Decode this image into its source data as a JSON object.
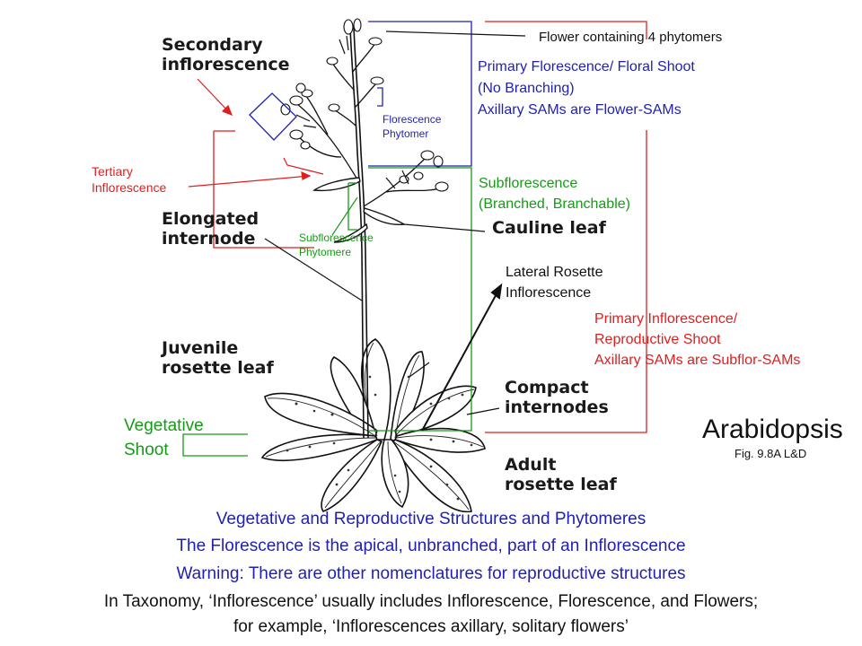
{
  "diagram_labels": {
    "secondary_inflorescence": [
      "Secondary",
      "inflorescence"
    ],
    "tertiary_inflorescence": [
      "Tertiary",
      "Inflorescence"
    ],
    "elongated_internode": [
      "Elongated",
      "internode"
    ],
    "juvenile_rosette_leaf": [
      "Juvenile",
      "rosette leaf"
    ],
    "cauline_leaf": "Cauline leaf",
    "compact_internodes": [
      "Compact",
      "internodes"
    ],
    "adult_rosette_leaf": [
      "Adult",
      "rosette leaf"
    ],
    "florescence_phytomer": [
      "Florescence",
      "Phytomer"
    ],
    "subflorescence_phytomere": [
      "Subflorescence",
      "Phytomere"
    ],
    "flower_phytomers": "Flower containing 4 phytomers",
    "primary_florescence": [
      "Primary Florescence/ Floral Shoot",
      "(No Branching)",
      "Axillary SAMs are Flower-SAMs"
    ],
    "subflorescence": [
      "Subflorescence",
      "(Branched, Branchable)"
    ],
    "lateral_rosette": [
      "Lateral Rosette",
      "Inflorescence"
    ],
    "primary_inflorescence": [
      "Primary Inflorescence/",
      "Reproductive Shoot",
      "Axillary SAMs are Subflor-SAMs"
    ],
    "vegetative_shoot": [
      "Vegetative",
      "Shoot"
    ],
    "species": "Arabidopsis",
    "figure_ref": "Fig. 9.8A L&D"
  },
  "captions": [
    "Vegetative and Reproductive Structures and Phytomeres",
    "The Florescence is the apical, unbranched, part of an Inflorescence",
    "Warning: There are other nomenclatures for reproductive structures",
    "In Taxonomy, ‘Inflorescence’ usually includes Inflorescence, Florescence, and Flowers;",
    "for example, ‘Inflorescences axillary, solitary flowers’"
  ],
  "colors": {
    "blue": "#1f1fb4",
    "red": "#e01e1e",
    "green": "#169b16",
    "black": "#111111"
  }
}
